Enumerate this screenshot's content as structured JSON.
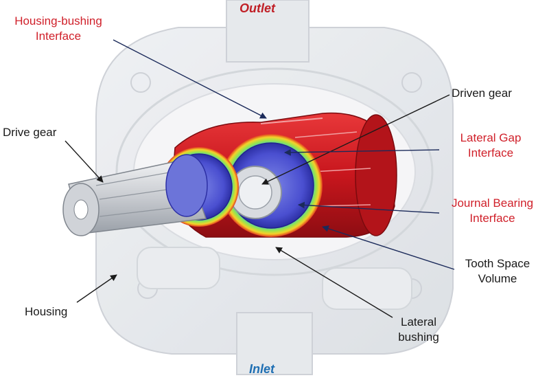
{
  "labels": {
    "outlet": "Outlet",
    "inlet": "Inlet",
    "housing_bushing_line1": "Housing-bushing",
    "housing_bushing_line2": "Interface",
    "driven_gear": "Driven gear",
    "drive_gear": "Drive gear",
    "lateral_gap_line1": "Lateral Gap",
    "lateral_gap_line2": "Interface",
    "journal_bearing_line1": "Journal Bearing",
    "journal_bearing_line2": "Interface",
    "tooth_space_line1": "Tooth Space",
    "tooth_space_line2": "Volume",
    "housing": "Housing",
    "lateral_bushing_line1": "Lateral",
    "lateral_bushing_line2": "bushing"
  },
  "colors": {
    "outlet": "#c01f26",
    "inlet": "#1f6fb3",
    "interface_labels": "#d0202a",
    "component_labels": "#1a1a1a",
    "bushing_red": "#c8161d",
    "gear_blue": "#4a4fd0"
  }
}
